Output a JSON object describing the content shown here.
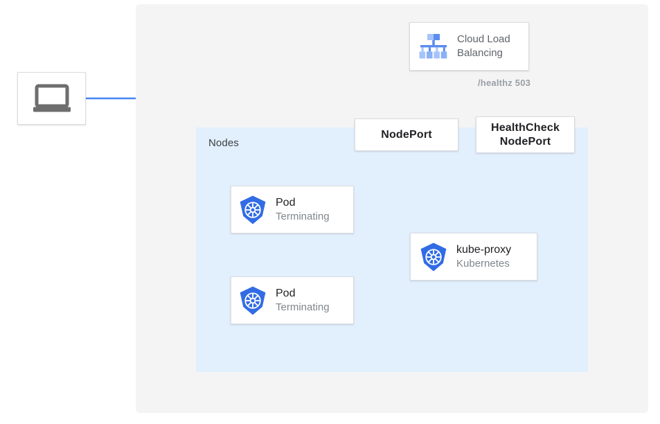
{
  "diagram": {
    "title_label": "Nodes",
    "colors": {
      "panel_gray": "#f4f4f4",
      "nodes_blue": "#e2effd",
      "arrow_blue": "#4285f4",
      "arrow_red": "#ea4335",
      "k8s_blue": "#326ce5",
      "card_white": "#ffffff",
      "border_gray": "#dadce0",
      "text_dark": "#202124",
      "text_muted": "#80868b"
    },
    "client": {
      "name": "laptop-client",
      "icon": "laptop-icon"
    },
    "load_balancer": {
      "icon": "cloud-load-balancing-icon",
      "title_line1": "Cloud Load",
      "title_line2": "Balancing"
    },
    "healthz": {
      "label": "/healthz 503"
    },
    "ports": [
      {
        "name": "nodeport",
        "label": "NodePort",
        "lines": [
          "NodePort"
        ]
      },
      {
        "name": "healthcheck-nodeport",
        "label": "HealthCheck NodePort",
        "lines": [
          "HealthCheck",
          "NodePort"
        ]
      }
    ],
    "pods": [
      {
        "name": "pod-1",
        "icon": "kubernetes-icon",
        "title": "Pod",
        "status": "Terminating"
      },
      {
        "name": "pod-2",
        "icon": "kubernetes-icon",
        "title": "Pod",
        "status": "Terminating"
      }
    ],
    "kube_proxy": {
      "icon": "kubernetes-icon",
      "title": "kube-proxy",
      "subtitle": "Kubernetes"
    }
  }
}
